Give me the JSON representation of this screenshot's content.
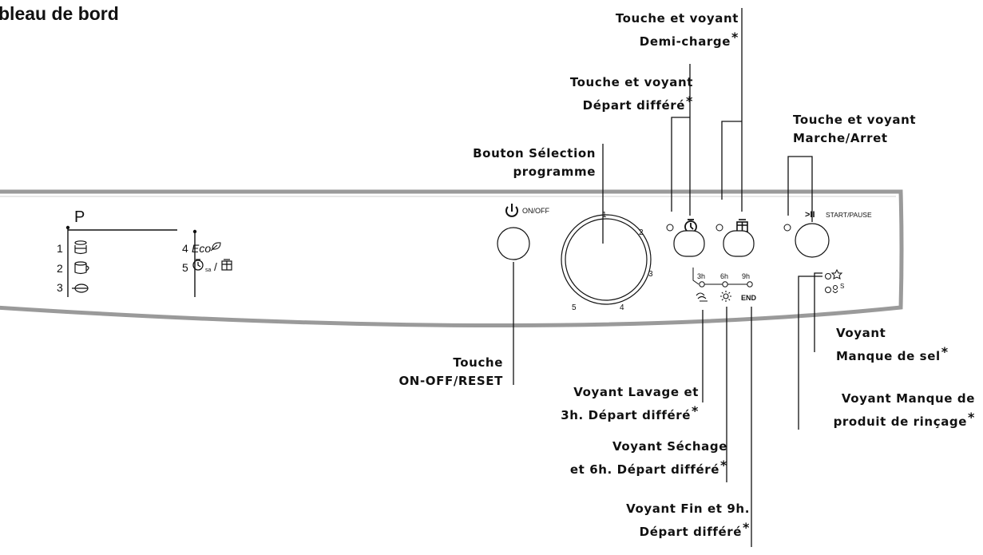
{
  "title": "bleau de bord",
  "panel": {
    "p_label": "P",
    "programs": [
      {
        "num": "1",
        "icon": "intensive-pot-icon"
      },
      {
        "num": "2",
        "icon": "normal-pot-icon"
      },
      {
        "num": "3",
        "icon": "rinse-icon"
      },
      {
        "num": "4",
        "label": "Eco",
        "icon": "eco-leaf-icon"
      },
      {
        "num": "5",
        "icon": "delay-timer-icon",
        "icon2": "half-load-icon"
      }
    ],
    "onoff_label": "ON/OFF",
    "start_pause_label": "START/PAUSE",
    "start_pause_symbol": ">II",
    "dial_numbers": [
      "1",
      "2",
      "3",
      "4",
      "5"
    ],
    "delay_times": [
      "3h",
      "6h",
      "9h"
    ],
    "end_label": "END",
    "salt_symbol_suffix": "S"
  },
  "labels": {
    "demi_charge": [
      "Touche et voyant",
      "Demi-charge"
    ],
    "depart_differe": [
      "Touche et voyant",
      "Départ différé"
    ],
    "marche_arret": [
      "Touche et voyant",
      "Marche/Arret"
    ],
    "selection_programme": [
      "Bouton Sélection",
      "programme"
    ],
    "onoff_reset": [
      "Touche",
      "ON-OFF/RESET"
    ],
    "lavage": [
      "Voyant Lavage et",
      "3h. Départ différé"
    ],
    "sechage": [
      "Voyant Séchage",
      "et 6h. Départ différé"
    ],
    "fin": [
      "Voyant Fin et 9h.",
      "Départ différé"
    ],
    "manque_sel": [
      "Voyant",
      "Manque de sel"
    ],
    "manque_rincage": [
      "Voyant Manque de",
      "produit de rinçage"
    ],
    "asterisk": "*"
  },
  "colors": {
    "panel_border": "#9a9a9a",
    "ink": "#111111"
  }
}
